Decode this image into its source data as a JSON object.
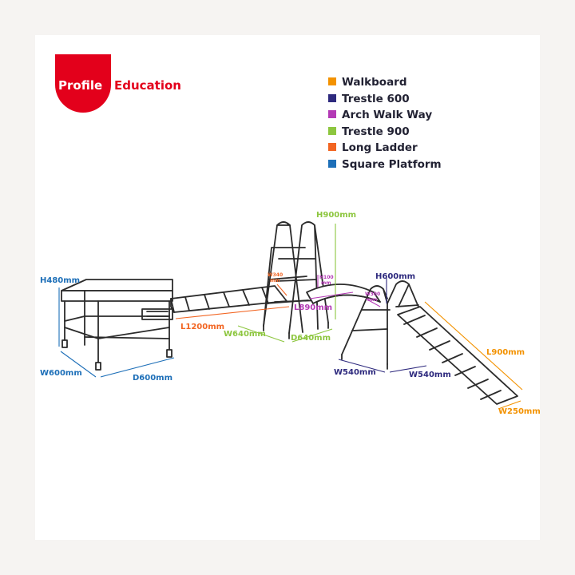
{
  "brand": {
    "logo_word": "Profile",
    "word": "Education",
    "color": "#e3001b"
  },
  "legend": [
    {
      "label": "Walkboard",
      "color": "#f39200"
    },
    {
      "label": "Trestle 600",
      "color": "#2e2a7e"
    },
    {
      "label": "Arch Walk Way",
      "color": "#b33ab5"
    },
    {
      "label": "Trestle 900",
      "color": "#8dc63f"
    },
    {
      "label": "Long Ladder",
      "color": "#f26522"
    },
    {
      "label": "Square Platform",
      "color": "#1d6fb8"
    }
  ],
  "dimensions": {
    "platform": {
      "height": "H480mm",
      "width": "W600mm",
      "depth": "D600mm"
    },
    "ladder": {
      "length": "L1200mm",
      "width_line1": "W340",
      "width_line2": "mm"
    },
    "trestle900": {
      "height": "H900mm",
      "width": "W640mm",
      "depth": "D640mm"
    },
    "arch": {
      "length": "L890mm",
      "height_line1": "H100",
      "height_line2": "mm",
      "width_line1": "W300",
      "width_line2": "mm"
    },
    "trestle600": {
      "height": "H600mm",
      "width1": "W540mm",
      "width2": "W540mm"
    },
    "walkboard": {
      "length": "L900mm",
      "width": "W250mm"
    }
  }
}
